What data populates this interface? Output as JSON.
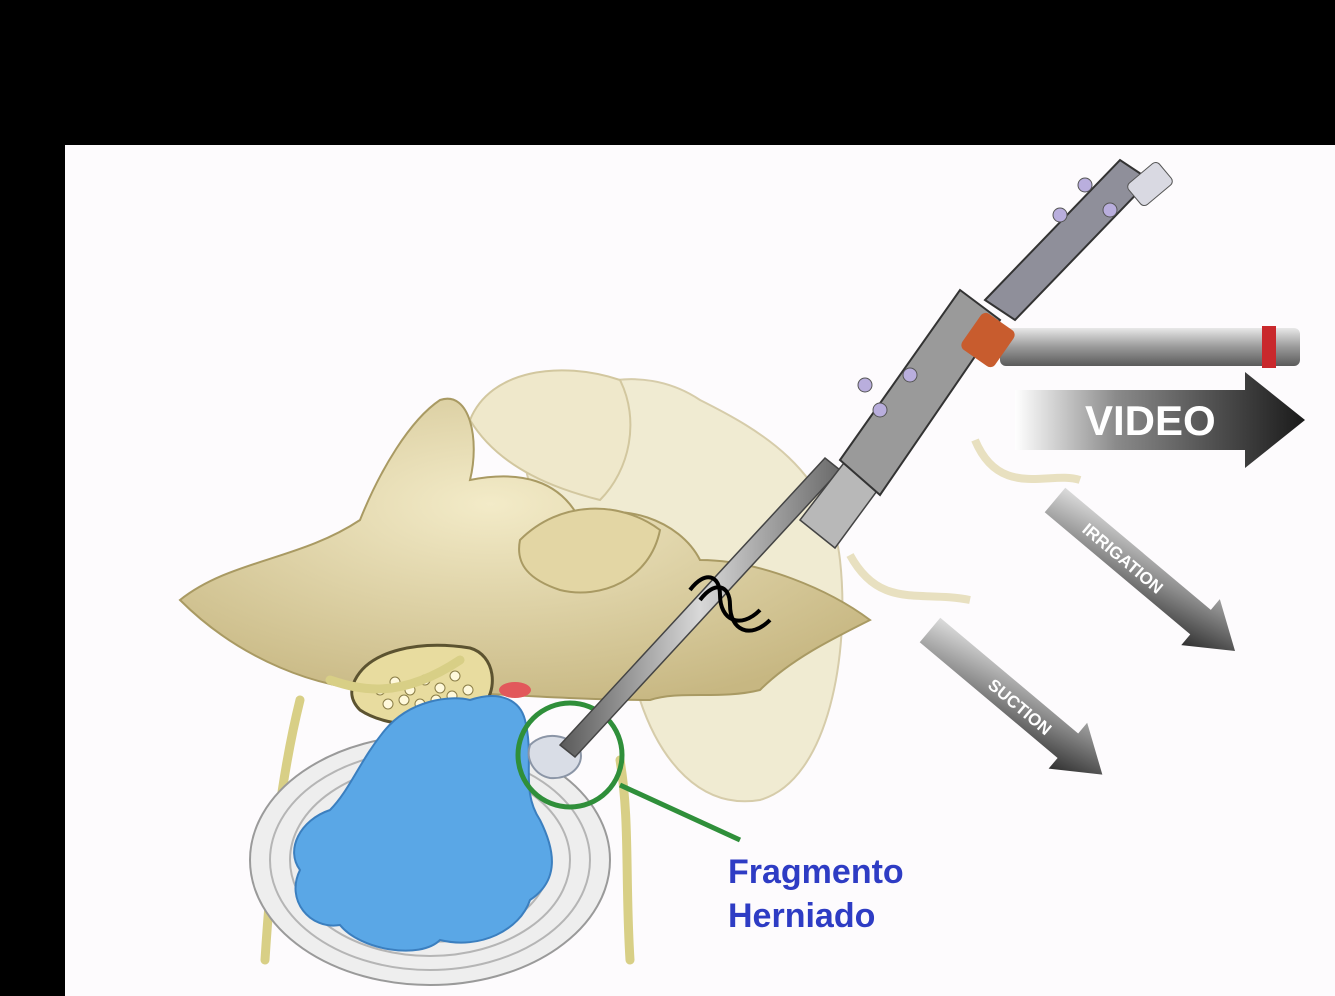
{
  "labels": {
    "video": "VIDEO",
    "irrigation": "IRRIGATION",
    "suction": "SUCTION"
  },
  "caption": {
    "line1": "Fragmento",
    "line2": "Herniado"
  },
  "colors": {
    "background": "#000000",
    "panel": "#fdfbfd",
    "bone": "#e6dbb0",
    "disc_nucleus": "#5aa7e6",
    "callout": "#2f8f3a",
    "caption_text": "#2e3cc4",
    "arrow_dark": "#1a1a1a"
  }
}
